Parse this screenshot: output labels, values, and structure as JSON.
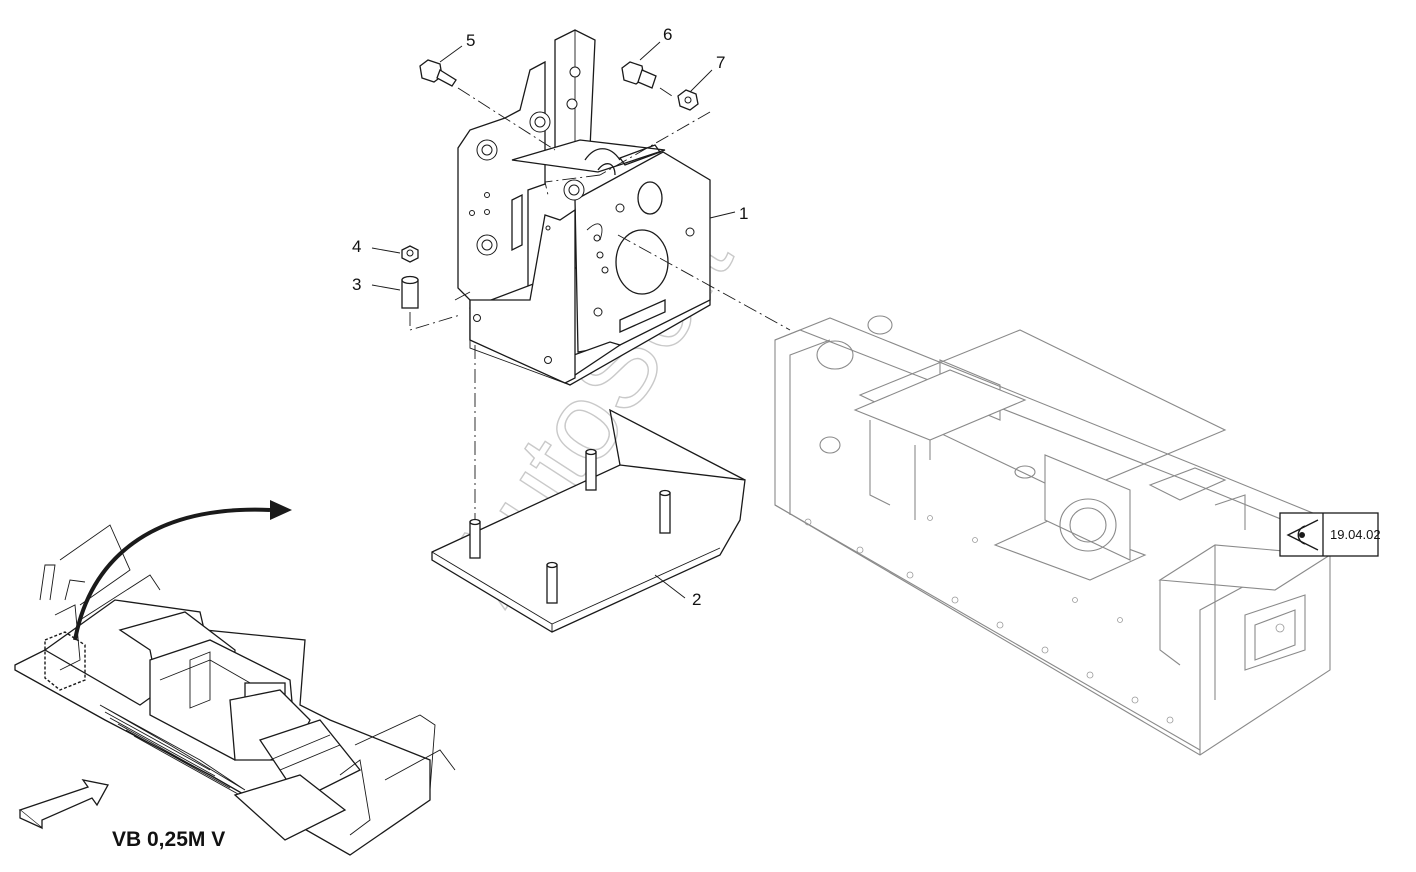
{
  "part_labels": {
    "p1": "1",
    "p2": "2",
    "p3": "3",
    "p4": "4",
    "p5": "5",
    "p6": "6",
    "p7": "7"
  },
  "view_label": "VB 0,25M V",
  "reference": {
    "icon": "eye-icon",
    "code": "19.04.02"
  },
  "watermark": "AutoSoft",
  "colors": {
    "line": "#1a1a1a",
    "ghost_line": "#8a8a8a",
    "watermark": "#c9c9c9"
  }
}
